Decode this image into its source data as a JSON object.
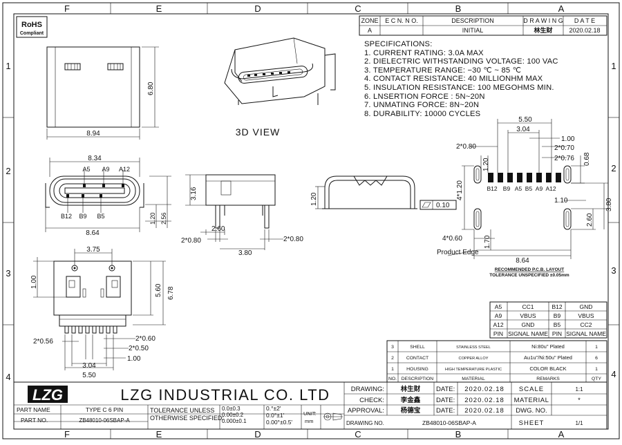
{
  "border": {
    "columns": [
      "F",
      "E",
      "D",
      "C",
      "B",
      "A"
    ],
    "rows": [
      "1",
      "2",
      "3",
      "4"
    ]
  },
  "compliance": {
    "line1": "RoHS",
    "line2": "Compliant"
  },
  "revision": {
    "headers": [
      "ZONE",
      "E C N. N O.",
      "DESCRIPTION",
      "D R A W I N G",
      "D A T E"
    ],
    "row": {
      "zone": "A",
      "ecn": "",
      "description": "INITIAL",
      "drawing": "林生财",
      "date": "2020.02.18"
    }
  },
  "view_label": "3D  VIEW",
  "specifications": {
    "title": "SPECIFICATIONS:",
    "items": [
      "1.  CURRENT RATING: 3.0A MAX",
      "2.  DIELECTRIC WITHSTANDING VOLTAGE: 100 VAC",
      "3.  TEMPERATURE RANGE: −30 ℃ ~ 85 ℃",
      "4.  CONTACT RESISTANCE: 40 MILLIONHM MAX",
      "5.  INSULATION RESISTANCE: 100 MEGOHMS MIN.",
      "6.  LNSERTION FORCE : 5N~20N",
      "7.  UNMATING FORCE: 8N~20N",
      "8.  DURABILITY:     10000  CYCLES"
    ]
  },
  "dims": {
    "front_h": "6.80",
    "front_w": "8.94",
    "mid_w": "8.34",
    "a5": "A5",
    "a9": "A9",
    "a12": "A12",
    "b12": "B12",
    "b9": "B9",
    "b5": "B5",
    "mid_h1": "1.20",
    "mid_h2": "2.56",
    "mid_w2": "8.64",
    "side_h": "3.16",
    "side_w1": "2.60",
    "side_w2": "2*0.80",
    "side_w3": "3.80",
    "side_w4": "2*0.80",
    "flat": "0.10",
    "pcb_550": "5.50",
    "pcb_304": "3.04",
    "pcb_100": "1.00",
    "pcb_080": "2*0.80",
    "pcb_070": "2*0.70",
    "pcb_076": "2*0.76",
    "pcb_068": "0.68",
    "pcb_120": "1.20",
    "pcb_4x120": "4*1.20",
    "pcb_110": "1.10",
    "pcb_260": "2.60",
    "pcb_380": "3.80",
    "pcb_060": "4*0.60",
    "pcb_170": "1.70",
    "pcb_864": "8.64",
    "pcb_pins": [
      "B12",
      "B9",
      "A5",
      "B5",
      "A9",
      "A12"
    ],
    "product_edge": "Product Edge",
    "pcb_title": "RECOMMENDED  P.C.B. LAYOUT",
    "pcb_tol": "TOLERANCE UNSPECIFIED ±0.05mm",
    "bot_375": "3.75",
    "bot_100": "1.00",
    "bot_560": "5.60",
    "bot_678": "6.78",
    "bot_056": "2*0.56",
    "bot_060": "2*0.60",
    "bot_050": "2*0.50",
    "bot_100b": "1.00",
    "bot_304": "3.04",
    "bot_550": "5.50"
  },
  "signal_table": {
    "rows": [
      [
        "A5",
        "CC1",
        "B12",
        "GND"
      ],
      [
        "A9",
        "VBUS",
        "B9",
        "VBUS"
      ],
      [
        "A12",
        "GND",
        "B5",
        "CC2"
      ],
      [
        "PIN",
        "SIGNAL NAME",
        "PIN",
        "SIGNAL NAME"
      ]
    ]
  },
  "bom": {
    "rows": [
      [
        "3",
        "SHELL",
        "STAINLESS STEEL",
        "Ni:80u\" Plated",
        "1"
      ],
      [
        "2",
        "CONTACT",
        "COPPER ALLOY",
        "Au1u\"/Ni:50u\" Plated",
        "6"
      ],
      [
        "1",
        "HOUSING",
        "HIGH TEMPERATURE PLASTIC",
        "COLOR BLACK",
        "1"
      ],
      [
        "NO.",
        "DESCRIPTION",
        "MATERIAL",
        "REMARKS",
        "QTY"
      ]
    ]
  },
  "title_block": {
    "logo": "LZG",
    "company": "LZG  INDUSTRIAL  CO.  LTD",
    "drawing_label": "DRAWING:",
    "drawing_name": "林生财",
    "check_label": "CHECK:",
    "check_name": "李金鑫",
    "approval_label": "APPROVAL:",
    "approval_name": "杨德宝",
    "date_label": "DATE:",
    "date1": "2020.02.18",
    "date2": "2020.02.18",
    "date3": "2020.02.18",
    "scale_label": "SCALE",
    "scale": "1:1",
    "material_label": "MATERIAL",
    "material": "*",
    "dwgno_label": "DWG.  NO.",
    "dwgno": "",
    "sheet_label": "SHEET",
    "sheet": "1/1",
    "part_name_label": "PART NAME",
    "part_name": "TYPE C   6 PIN",
    "part_no_label": "PART NO.",
    "part_no": "ZB48010-06SBAP-A",
    "tol_label1": "TOLERANCE UNLESS",
    "tol_label2": "OTHERWISE SPECIFIED:",
    "tol1": "0.0±0.3",
    "tol2": "0.00±0.2",
    "tol3": "0.000±0.1",
    "ang1": "0.°±2'",
    "ang2": "0.0°±1'",
    "ang3": "0.00°±0.5'",
    "unit_label": "UNIT:",
    "unit": "mm",
    "drawing_no_label": "DRAWING  NO.",
    "drawing_no": "ZB48010-06SBAP-A"
  }
}
